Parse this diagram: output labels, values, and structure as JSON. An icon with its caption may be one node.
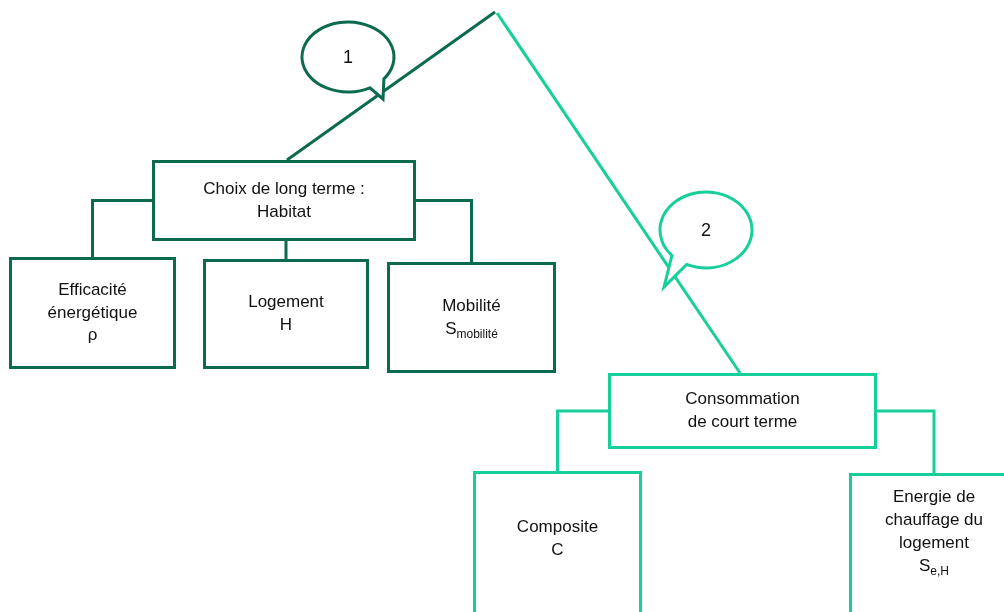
{
  "diagram": {
    "nodes": [
      {
        "text": [
          "Choix de long terme : Habitat"
        ]
      },
      {
        "text": [
          "Efficacité énergétique",
          "ρ"
        ]
      },
      {
        "text": [
          "Logement",
          "H"
        ]
      },
      {
        "text": [
          "Mobilité",
          "S$_{mobilité}$"
        ]
      },
      {
        "text": [
          "Consommation de court terme"
        ]
      },
      {
        "text": [
          "Composite",
          "C"
        ]
      },
      {
        "text": [
          "Energie de chauffage du logement",
          "S$_{e,H}$"
        ]
      },
      {
        "text": [
          "1"
        ]
      },
      {
        "text": [
          "2"
        ]
      }
    ],
    "edges": [
      {
        "from": null,
        "to": 0,
        "arrow": "none"
      },
      {
        "from": 0,
        "to": 1,
        "arrow": "none"
      },
      {
        "from": 0,
        "to": 2,
        "arrow": "none"
      },
      {
        "from": 0,
        "to": 3,
        "arrow": "none"
      },
      {
        "from": null,
        "to": 4,
        "arrow": "none",
        "color": "#17cf9a"
      },
      {
        "from": 4,
        "to": 5,
        "arrow": "none",
        "color": "#17cf9a"
      },
      {
        "from": 4,
        "to": 6,
        "arrow": "none",
        "color": "#17cf9a"
      }
    ]
  }
}
